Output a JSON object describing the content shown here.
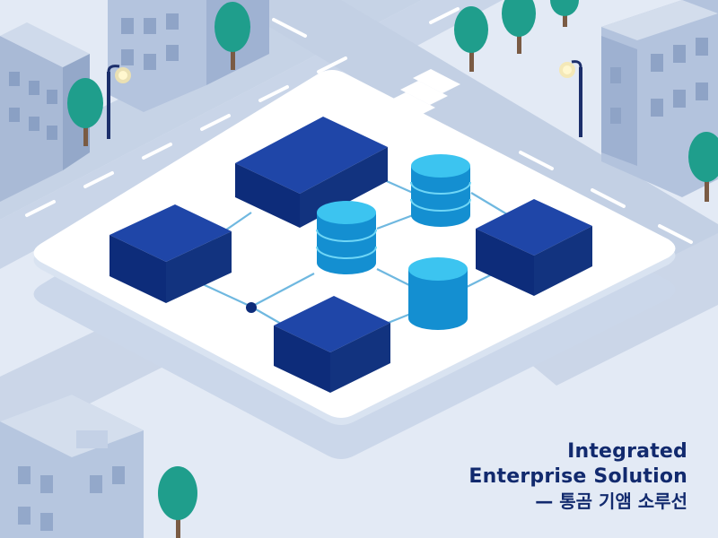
{
  "caption": {
    "line1": "Integrated",
    "line2": "Enterprise Solution",
    "line3": "— 통곰 기앰 소루선"
  },
  "colors": {
    "background": "#dfe7f3",
    "road": "#c3d0e4",
    "road_marking": "#ffffff",
    "building": "#b9c9e0",
    "platform": "#ffffff",
    "block_dark": "#0d2c7a",
    "cylinder_light": "#1aa3e0",
    "tree": "#1f9e8c",
    "caption_text": "#122a6e"
  },
  "icons": [
    "server-block-icon",
    "database-cylinder-icon",
    "tree-icon",
    "street-lamp-icon",
    "building-icon"
  ]
}
